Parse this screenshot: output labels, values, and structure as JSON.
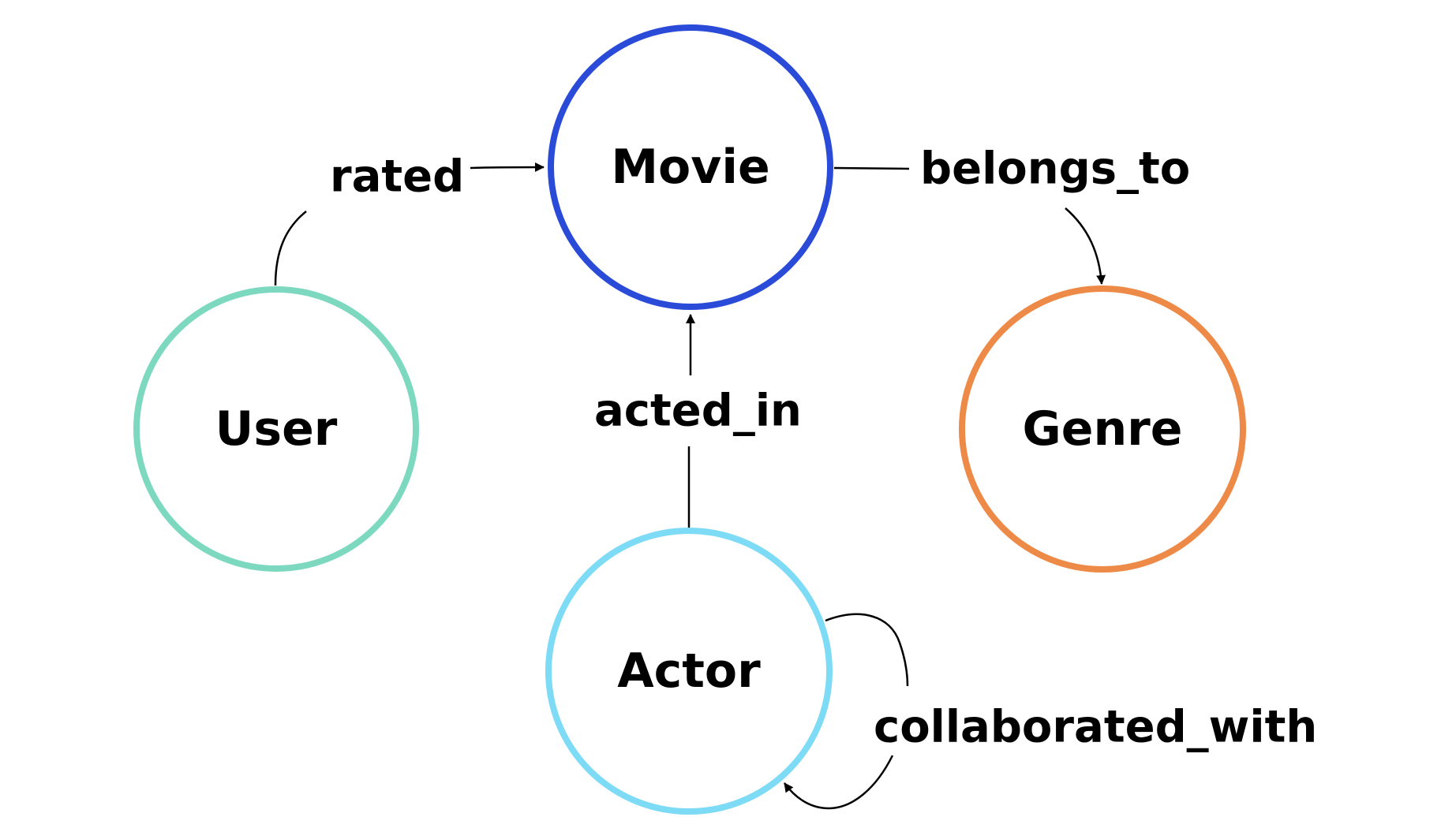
{
  "nodes": {
    "movie": {
      "label": "Movie",
      "color": "#2a4bd7"
    },
    "user": {
      "label": "User",
      "color": "#7dd8c0"
    },
    "genre": {
      "label": "Genre",
      "color": "#ee8a48"
    },
    "actor": {
      "label": "Actor",
      "color": "#7ddbf5"
    }
  },
  "edges": {
    "rated": {
      "label": "rated",
      "from": "User",
      "to": "Movie"
    },
    "belongs_to": {
      "label": "belongs_to",
      "from": "Movie",
      "to": "Genre"
    },
    "acted_in": {
      "label": "acted_in",
      "from": "Actor",
      "to": "Movie"
    },
    "collaborated_with": {
      "label": "collaborated_with",
      "from": "Actor",
      "to": "Actor"
    }
  }
}
